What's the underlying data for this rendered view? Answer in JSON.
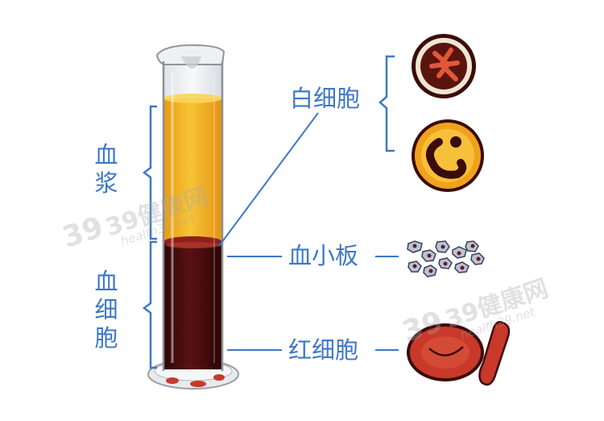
{
  "labels": {
    "plasma": "血浆",
    "blood_cells": "血细胞",
    "white_blood_cells": "白细胞",
    "platelets": "血小板",
    "red_blood_cells": "红细胞"
  },
  "watermark": {
    "number": "39",
    "brand": "39健康网",
    "site": "health39.net"
  },
  "colors": {
    "label_blue": "#3d78c8",
    "plasma_yellow": "#f2b21c",
    "blood_dark": "#4a0c0c",
    "rbc_red": "#c8392a",
    "wbc_dark": "#5a1410"
  }
}
